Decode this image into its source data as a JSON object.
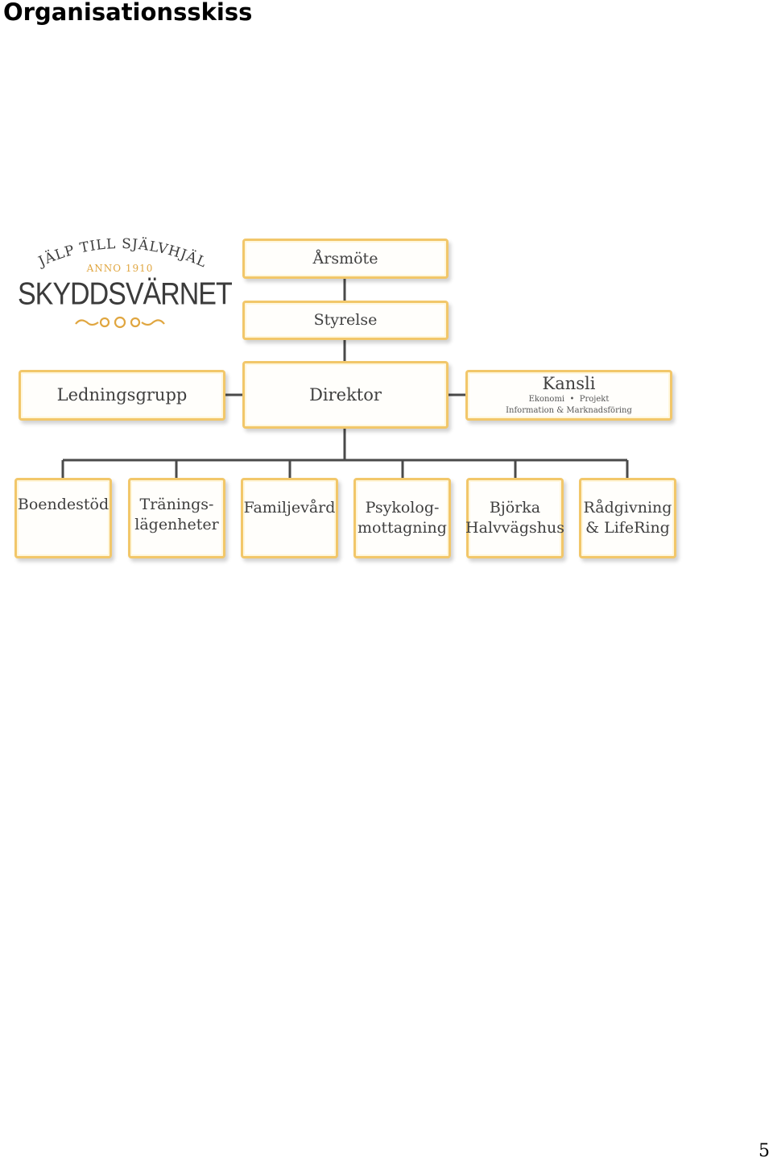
{
  "page": {
    "title": "Organisationsskiss",
    "number": "5"
  },
  "logo": {
    "motto": "HJÄLP TILL SJÄLVHJÄLP",
    "anno": "ANNO 1910",
    "name": "SKYDDSVÄRNET"
  },
  "org": {
    "arsmote": "Årsmöte",
    "styrelse": "Styrelse",
    "direktor": "Direktor",
    "ledningsgrupp": "Ledningsgrupp",
    "kansli": {
      "title": "Kansli",
      "line1": "Ekonomi  •  Projekt",
      "line2": "Information & Marknadsföring"
    },
    "units": [
      {
        "line1": "Boendestöd",
        "line2": ""
      },
      {
        "line1": "Tränings-",
        "line2": "lägenheter"
      },
      {
        "line1": "Familjevård",
        "line2": ""
      },
      {
        "line1": "Psykolog-",
        "line2": "mottagning"
      },
      {
        "line1": "Björka",
        "line2": "Halvvägshus"
      },
      {
        "line1": "Rådgivning",
        "line2": "& LifeRing"
      }
    ]
  },
  "colors": {
    "box_border": "#f2c76a",
    "connector": "#4a4a4a",
    "accent": "#e0a640"
  }
}
